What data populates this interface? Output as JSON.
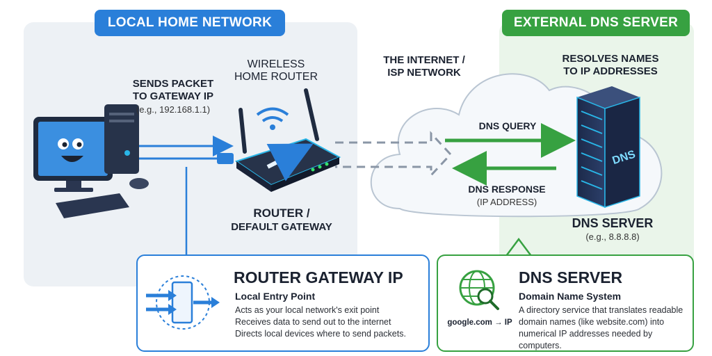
{
  "headers": {
    "local": "LOCAL HOME NETWORK",
    "external": "EXTERNAL DNS SERVER"
  },
  "labels": {
    "sends_packet_line1": "SENDS PACKET",
    "sends_packet_line2": "TO GATEWAY IP",
    "sends_packet_example": "(e.g., 192.168.1.1)",
    "wireless_line1": "WIRELESS",
    "wireless_line2": "HOME ROUTER",
    "router_line1": "ROUTER /",
    "router_line2": "DEFAULT GATEWAY",
    "internet_line1": "THE INTERNET /",
    "internet_line2": "ISP NETWORK",
    "resolves_line1": "RESOLVES NAMES",
    "resolves_line2": "TO IP ADDRESSES",
    "dns_query": "DNS QUERY",
    "dns_response": "DNS RESPONSE",
    "dns_response_sub": "(IP ADDRESS)",
    "dns_server": "DNS SERVER",
    "dns_server_example": "(e.g., 8.8.8.8)",
    "server_badge": "DNS"
  },
  "cards": {
    "gateway": {
      "title": "ROUTER GATEWAY IP",
      "subtitle": "Local Entry Point",
      "lines": [
        "Acts as your local network's exit point",
        "Receives data to send out to the internet",
        "Directs local devices where to send packets."
      ]
    },
    "dns": {
      "title": "DNS SERVER",
      "subtitle": "Domain Name System",
      "icon_caption": "google.com → IP",
      "lines": [
        "A directory service that translates readable",
        "domain names (like website.com) into",
        "numerical IP addresses needed by computers."
      ]
    }
  },
  "colors": {
    "blue": "#2a7fd9",
    "green": "#37a141",
    "cyan": "#29b6e8"
  }
}
